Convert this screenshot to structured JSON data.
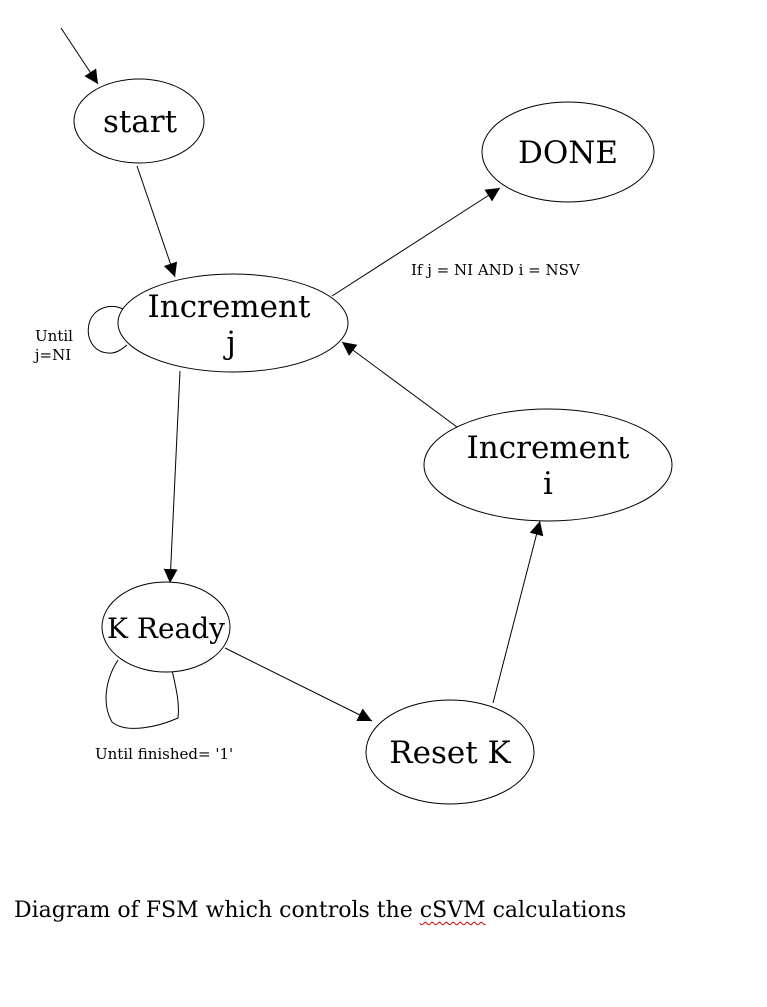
{
  "states": {
    "start": "start",
    "done": "DONE",
    "increment_j": [
      "Increment",
      "j"
    ],
    "increment_i": [
      "Increment",
      "i"
    ],
    "k_ready": "K Ready",
    "reset_k": "Reset K"
  },
  "transitions": {
    "done_condition": "If j = NI AND i = NSV",
    "loop_j_condition": [
      "Until",
      "j=NI"
    ],
    "loop_k_condition": "Until finished= '1'"
  },
  "caption": {
    "before": "Diagram of FSM which controls the ",
    "flagged_word": "cSVM",
    "after": " calculations",
    "spellcheck_color": "#cc0000"
  }
}
